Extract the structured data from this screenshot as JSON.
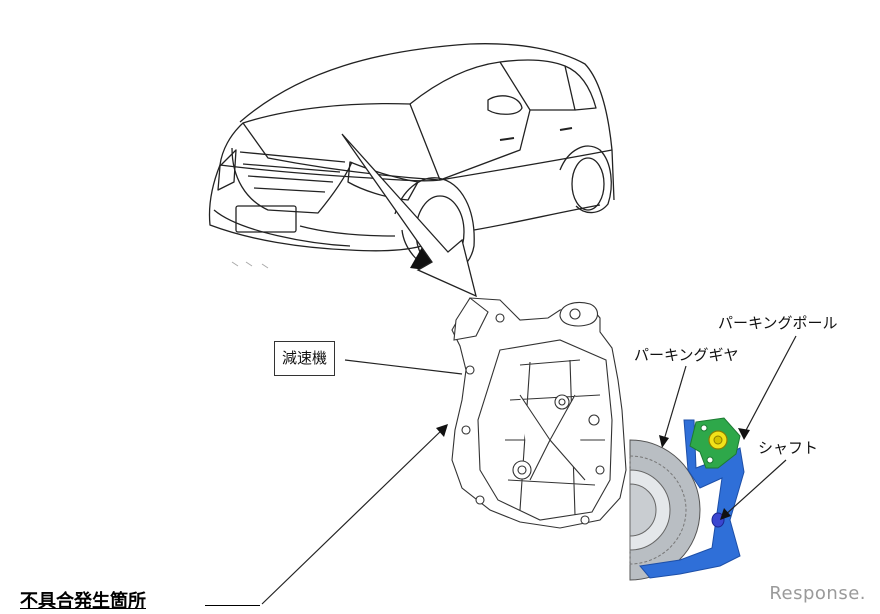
{
  "labels": {
    "reducer": "減速機",
    "parking_pawl": "パーキングポール",
    "parking_gear": "パーキングギヤ",
    "shaft": "シャフト",
    "defect_location": "不具合発生箇所"
  },
  "watermark": "Response.",
  "colors": {
    "pawl_green": "#2ea84a",
    "bracket_blue": "#2f6fd8",
    "gear_grey": "#b9bec3",
    "bolt_yellow": "#f2e21a",
    "shaft_blue": "#3a46d0"
  }
}
